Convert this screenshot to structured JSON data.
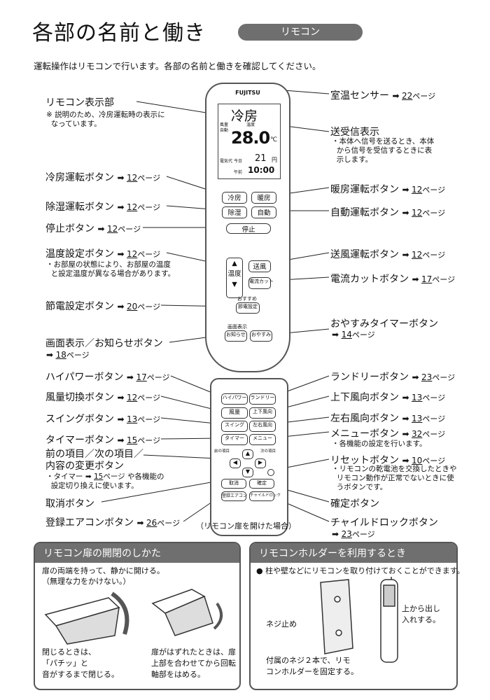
{
  "header": {
    "title": "各部の名前と働き",
    "badge": "リモコン",
    "intro": "運転操作はリモコンで行います。各部の名前と働きを確認してください。"
  },
  "remote": {
    "brand": "FUJITSU",
    "display": {
      "mode": "冷房",
      "small1": "風量",
      "small2": "自動",
      "setlabel": "温度",
      "temp": "28.0",
      "unit": "℃",
      "power_label": "電気代",
      "power_day": "今日",
      "power_value": "21",
      "yen": "円",
      "clock_label": "午前",
      "clock": "10:00"
    },
    "buttons": {
      "cool": "冷房",
      "heat": "暖房",
      "dry": "除湿",
      "auto": "自動",
      "stop": "停止",
      "up": "▲",
      "temp_label": "温度",
      "down": "▼",
      "fan": "送風",
      "current_cut": "電流カット",
      "recommend": "おすすめ",
      "eco": "節電設定",
      "screen_label": "画面表示",
      "notice": "お知らせ",
      "sleep": "おやすみ",
      "hipower": "ハイパワー",
      "laundry": "ランドリー",
      "fanspeed": "風量",
      "vertical": "上下風向",
      "swing": "スイング",
      "horizontal": "左右風向",
      "timer": "タイマー",
      "menu": "メニュー",
      "prev": "前の項目",
      "next": "次の項目",
      "cancel": "取消",
      "confirm": "確定",
      "register": "登録エアコン",
      "childlock": "チャイルドロック"
    }
  },
  "labels": {
    "display_part": {
      "name": "リモコン表示部",
      "note1": "※ 説明のため、冷房運転時の表示に",
      "note2": "なっています。"
    },
    "sensor": {
      "name": "室温センサー",
      "page": "22"
    },
    "transmit": {
      "name": "送受信表示",
      "note1": "・本体へ信号を送るとき、本体",
      "note2": "から信号を受信するときに表",
      "note3": "示します。"
    },
    "cool_btn": {
      "name": "冷房運転ボタン",
      "page": "12"
    },
    "heat_btn": {
      "name": "暖房運転ボタン",
      "page": "12"
    },
    "dry_btn": {
      "name": "除湿運転ボタン",
      "page": "12"
    },
    "auto_btn": {
      "name": "自動運転ボタン",
      "page": "12"
    },
    "stop_btn": {
      "name": "停止ボタン",
      "page": "12"
    },
    "temp_btn": {
      "name": "温度設定ボタン",
      "page": "12",
      "note1": "・お部屋の状態により、お部屋の温度",
      "note2": "と設定温度が異なる場合があります。"
    },
    "fan_btn": {
      "name": "送風運転ボタン",
      "page": "12"
    },
    "current_btn": {
      "name": "電流カットボタン",
      "page": "17"
    },
    "eco_btn": {
      "name": "節電設定ボタン",
      "page": "20"
    },
    "sleep_btn": {
      "name": "おやすみタイマーボタン",
      "page": "14"
    },
    "notice_btn": {
      "name": "画面表示／お知らせボタン",
      "page": "18"
    },
    "hipower_btn": {
      "name": "ハイパワーボタン",
      "page": "17"
    },
    "laundry_btn": {
      "name": "ランドリーボタン",
      "page": "23"
    },
    "fanspeed_btn": {
      "name": "風量切換ボタン",
      "page": "12"
    },
    "vertical_btn": {
      "name": "上下風向ボタン",
      "page": "13"
    },
    "swing_btn": {
      "name": "スイングボタン",
      "page": "13"
    },
    "horizontal_btn": {
      "name": "左右風向ボタン",
      "page": "13"
    },
    "timer_btn": {
      "name": "タイマーボタン",
      "page": "15"
    },
    "menu_btn": {
      "name": "メニューボタン",
      "page": "32",
      "note1": "・各機能の設定を行います。"
    },
    "item_btn": {
      "name1": "前の項目／次の項目／",
      "name2": "内容の変更ボタン",
      "note1a": "・タイマー",
      "note1page": "15",
      "note1b": "や各機能の",
      "note2": "設定切り換えに使います。"
    },
    "reset_btn": {
      "name": "リセットボタン",
      "page": "10",
      "note1": "・リモコンの乾電池を交換したときや",
      "note2": "リモコン動作が正常でないときに使",
      "note3": "うボタンです。"
    },
    "cancel_btn": {
      "name": "取消ボタン"
    },
    "confirm_btn": {
      "name": "確定ボタン"
    },
    "register_btn": {
      "name": "登録エアコンボタン",
      "page": "26"
    },
    "childlock_btn": {
      "name": "チャイルドロックボタン",
      "page": "23"
    },
    "opened_caption": "（リモコン扉を開けた場合）",
    "page_suffix": "ページ",
    "arrow": "➡"
  },
  "panel_left": {
    "title": "リモコン扉の開閉のしかた",
    "line1": "扉の両端を持って、静かに開ける。",
    "line2": "（無理な力をかけない。）",
    "close1": "閉じるときは、",
    "close2": "「パチッ」と",
    "close3": "音がするまで閉じる。",
    "off1": "扉がはずれたときは、扉",
    "off2": "上部を合わせてから回転",
    "off3": "軸部をはめる。"
  },
  "panel_right": {
    "title": "リモコンホルダーを利用するとき",
    "line1": "柱や壁などにリモコンを取り付けておくことができます。",
    "screw": "ネジ止め",
    "fix1": "付属のネジ２本で、リモ",
    "fix2": "コンホルダーを固定する。",
    "take1": "上から出し",
    "take2": "入れする。"
  }
}
